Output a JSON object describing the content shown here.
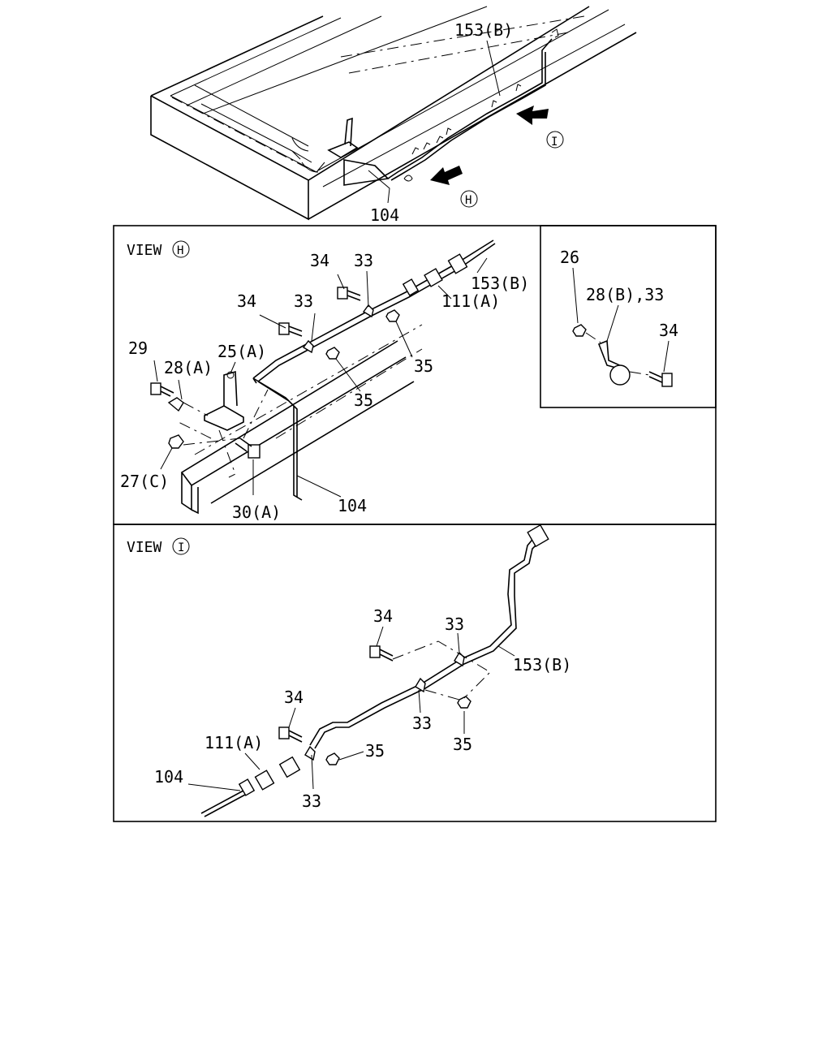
{
  "overview": {
    "labels": {
      "pipe_153b": "153(B)",
      "pipe_104": "104"
    },
    "view_markers": {
      "h": "H",
      "i": "I"
    }
  },
  "view_h": {
    "title": "VIEW",
    "marker": "H",
    "labels": {
      "bolt_34_upper": "34",
      "clip_33_upper": "33",
      "pipe_153b": "153(B)",
      "union_111a": "111(A)",
      "bolt_34_lower": "34",
      "clip_33_lower": "33",
      "nut_35_right": "35",
      "bolt_29": "29",
      "bracket_28a": "28(A)",
      "bracket_25a": "25(A)",
      "nut_35_lower": "35",
      "nut_27c": "27(C)",
      "bolt_30a": "30(A)",
      "pipe_104": "104"
    }
  },
  "detail": {
    "labels": {
      "nut_26": "26",
      "clip_28b_33": "28(B),33",
      "bolt_34": "34"
    }
  },
  "view_i": {
    "title": "VIEW",
    "marker": "I",
    "labels": {
      "bolt_34_upper": "34",
      "clip_33_upper": "33",
      "pipe_153b": "153(B)",
      "bolt_34_lower": "34",
      "clip_33_middle": "33",
      "nut_35_right": "35",
      "union_111a": "111(A)",
      "nut_35_left": "35",
      "pipe_104": "104",
      "clip_33_lower": "33"
    }
  }
}
